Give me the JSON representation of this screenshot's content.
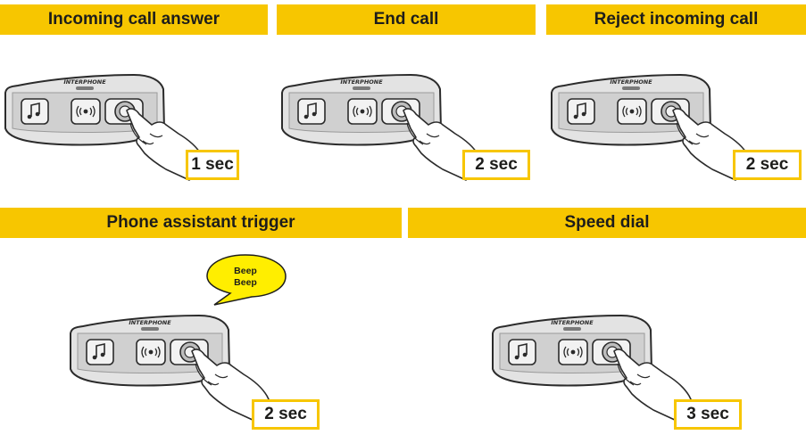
{
  "colors": {
    "accent": "#f7c600",
    "text": "#1d1d1b",
    "device_outline": "#2b2b2b",
    "device_fill": "#d6d6d6",
    "bubble": "#ffee00"
  },
  "device": {
    "brand": "INTERPHONE",
    "left_icon": "music-note-icon",
    "middle_icon": "intercom-icon",
    "right_icon": "phone-button-icon",
    "gesture": "finger-press-icon"
  },
  "panels": [
    {
      "title": "Incoming call answer",
      "duration": "1 sec"
    },
    {
      "title": "End call",
      "duration": "2 sec"
    },
    {
      "title": "Reject incoming call",
      "duration": "2 sec"
    },
    {
      "title": "Phone assistant trigger",
      "duration": "2 sec",
      "bubble": {
        "line1": "Beep",
        "line2": "Beep"
      }
    },
    {
      "title": "Speed dial",
      "duration": "3 sec"
    }
  ]
}
